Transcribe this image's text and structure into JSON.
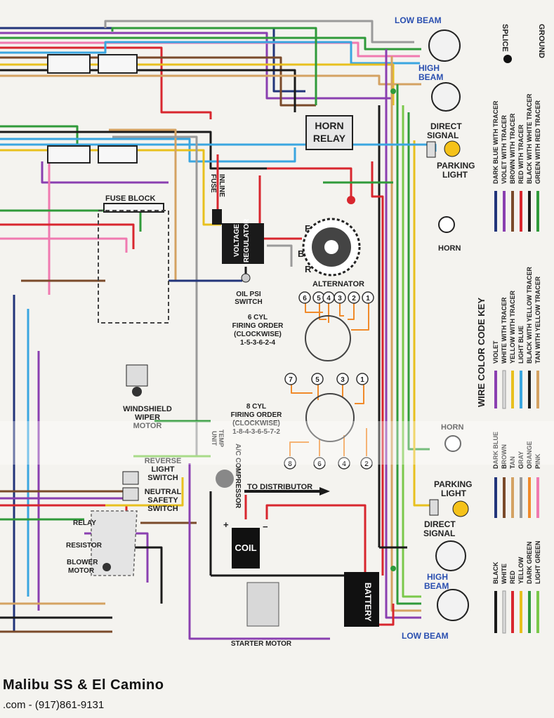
{
  "labels": {
    "low_beam_top": "LOW BEAM",
    "high_beam_top_1": "HIGH",
    "high_beam_top_2": "BEAM",
    "direct_signal_top_1": "DIRECT",
    "direct_signal_top_2": "SIGNAL",
    "parking_light_top_1": "PARKING",
    "parking_light_top_2": "LIGHT",
    "horn_top": "HORN",
    "horn_relay_1": "HORN",
    "horn_relay_2": "RELAY",
    "inline_fuse_1": "INLINE",
    "inline_fuse_2": "FUSE",
    "voltage_regulator_1": "VOLTAGE",
    "voltage_regulator_2": "REGULATOR",
    "alternator": "ALTERNATOR",
    "alt_f": "F",
    "alt_b": "B",
    "alt_r": "R",
    "fuse_block": "FUSE BLOCK",
    "oil_psi_1": "OIL PSI",
    "oil_psi_2": "SWITCH",
    "six_cyl_1": "6 CYL",
    "six_cyl_2": "FIRING ORDER",
    "six_cyl_3": "(CLOCKWISE)",
    "six_cyl_4": "1-5-3-6-2-4",
    "eight_cyl_1": "8 CYL",
    "eight_cyl_2": "FIRING ORDER",
    "eight_cyl_3": "(CLOCKWISE)",
    "eight_cyl_4": "1-8-4-3-6-5-7-2",
    "windshield_1": "WINDSHIELD",
    "windshield_2": "WIPER",
    "windshield_3": "MOTOR",
    "temp_1": "TEMP",
    "temp_2": "UNIT",
    "reverse_1": "REVERSE",
    "reverse_2": "LIGHT",
    "reverse_3": "SWITCH",
    "neutral_1": "NEUTRAL",
    "neutral_2": "SAFETY",
    "neutral_3": "SWITCH",
    "ac_comp": "A/C COMPRESSOR",
    "to_distributor": "TO DISTRIBUTOR",
    "relay": "RELAY",
    "resistor": "RESISTOR",
    "blower_1": "BLOWER",
    "blower_2": "MOTOR",
    "coil": "COIL",
    "coil_plus": "+",
    "coil_minus": "−",
    "battery": "BATTERY",
    "starter_motor": "STARTER MOTOR",
    "horn_bottom": "HORN",
    "parking_light_bottom_1": "PARKING",
    "parking_light_bottom_2": "LIGHT",
    "direct_signal_bottom_1": "DIRECT",
    "direct_signal_bottom_2": "SIGNAL",
    "high_beam_bottom_1": "HIGH",
    "high_beam_bottom_2": "BEAM",
    "low_beam_bottom": "LOW BEAM",
    "splice": "SPLICE",
    "ground": "GROUND",
    "key_title": "WIRE COLOR CODE KEY"
  },
  "firing_six": [
    "6",
    "5",
    "4",
    "3",
    "2",
    "1"
  ],
  "firing_eight_top": [
    "7",
    "5",
    "3",
    "1"
  ],
  "firing_eight_bottom": [
    "8",
    "6",
    "4",
    "2"
  ],
  "key_tracer": [
    {
      "name": "DARK BLUE WITH TRACER",
      "color": "#22347a"
    },
    {
      "name": "VIOLET WITH TRACER",
      "color": "#8a3fb0"
    },
    {
      "name": "BROWN WITH TRACER",
      "color": "#7a4a2a"
    },
    {
      "name": "RED WITH TRACER",
      "color": "#d8262e"
    },
    {
      "name": "BLACK WITH WHITE TRACER",
      "color": "#1a1a1a"
    },
    {
      "name": "GREEN WITH RED TRACER",
      "color": "#2f9a3a"
    }
  ],
  "key_tracer_2": [
    {
      "name": "VIOLET",
      "color": "#8a3fb0"
    },
    {
      "name": "WHITE WITH TRACER",
      "color": "#dcdcdc"
    },
    {
      "name": "YELLOW WITH TRACER",
      "color": "#e8c01e"
    },
    {
      "name": "LIGHT BLUE",
      "color": "#3aa6e0"
    },
    {
      "name": "BLACK WITH YELLOW TRACER",
      "color": "#1a1a1a"
    },
    {
      "name": "TAN WITH YELLOW TRACER",
      "color": "#d4a262"
    }
  ],
  "key_plain_1": [
    {
      "name": "DARK BLUE",
      "color": "#22347a"
    },
    {
      "name": "BROWN",
      "color": "#7a4a2a"
    },
    {
      "name": "TAN",
      "color": "#d4a262"
    },
    {
      "name": "GRAY",
      "color": "#9a9a9a"
    },
    {
      "name": "ORANGE",
      "color": "#f08a2a"
    },
    {
      "name": "PINK",
      "color": "#f07ab0"
    }
  ],
  "key_plain_2": [
    {
      "name": "BLACK",
      "color": "#1a1a1a"
    },
    {
      "name": "WHITE",
      "color": "#dcdcdc"
    },
    {
      "name": "RED",
      "color": "#d8262e"
    },
    {
      "name": "YELLOW",
      "color": "#e8c01e"
    },
    {
      "name": "DARK GREEN",
      "color": "#2f9a3a"
    },
    {
      "name": "LIGHT GREEN",
      "color": "#7ac84a"
    }
  ],
  "footer": {
    "title": "Malibu SS  & El Camino",
    "contact": ".com - (917)861-9131"
  }
}
